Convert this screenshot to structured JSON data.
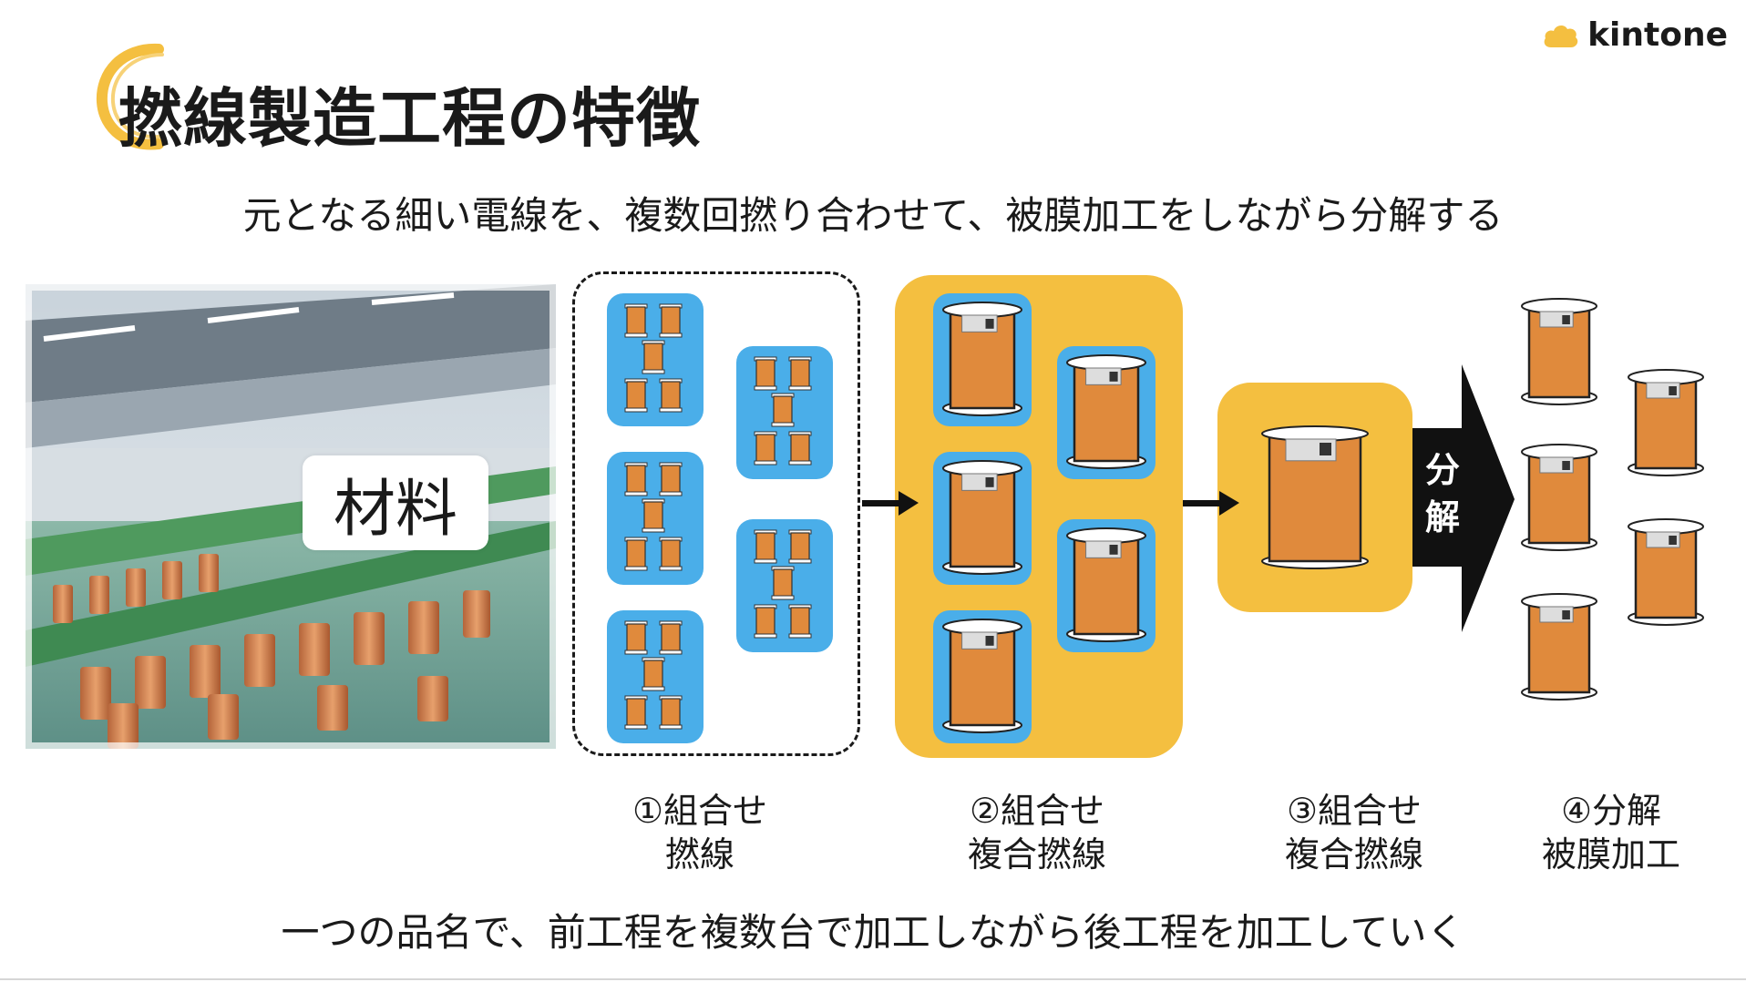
{
  "slide": {
    "title": "撚線製造工程の特徴",
    "subtitle": "元となる細い電線を、複数回撚り合わせて、被膜加工をしながら分解する",
    "footer": "一つの品名で、前工程を複数台で加工しながら後工程を加工していく"
  },
  "logo": {
    "text": "kintone",
    "icon": "cloud-icon",
    "color": "#f4bf40"
  },
  "photo": {
    "label": "材料"
  },
  "split_arrow": {
    "label": "分解"
  },
  "steps": [
    {
      "line1": "①組合せ",
      "line2": "撚線"
    },
    {
      "line1": "②組合せ",
      "line2": "複合撚線"
    },
    {
      "line1": "③組合せ",
      "line2": "複合撚線"
    },
    {
      "line1": "④分解",
      "line2": "被膜加工"
    }
  ],
  "colors": {
    "group_blue": "#4aaee9",
    "group_yellow": "#f4bf40",
    "spool_orange": "#e08a3c",
    "arrow": "#111111",
    "brush": "#f4bf40"
  }
}
